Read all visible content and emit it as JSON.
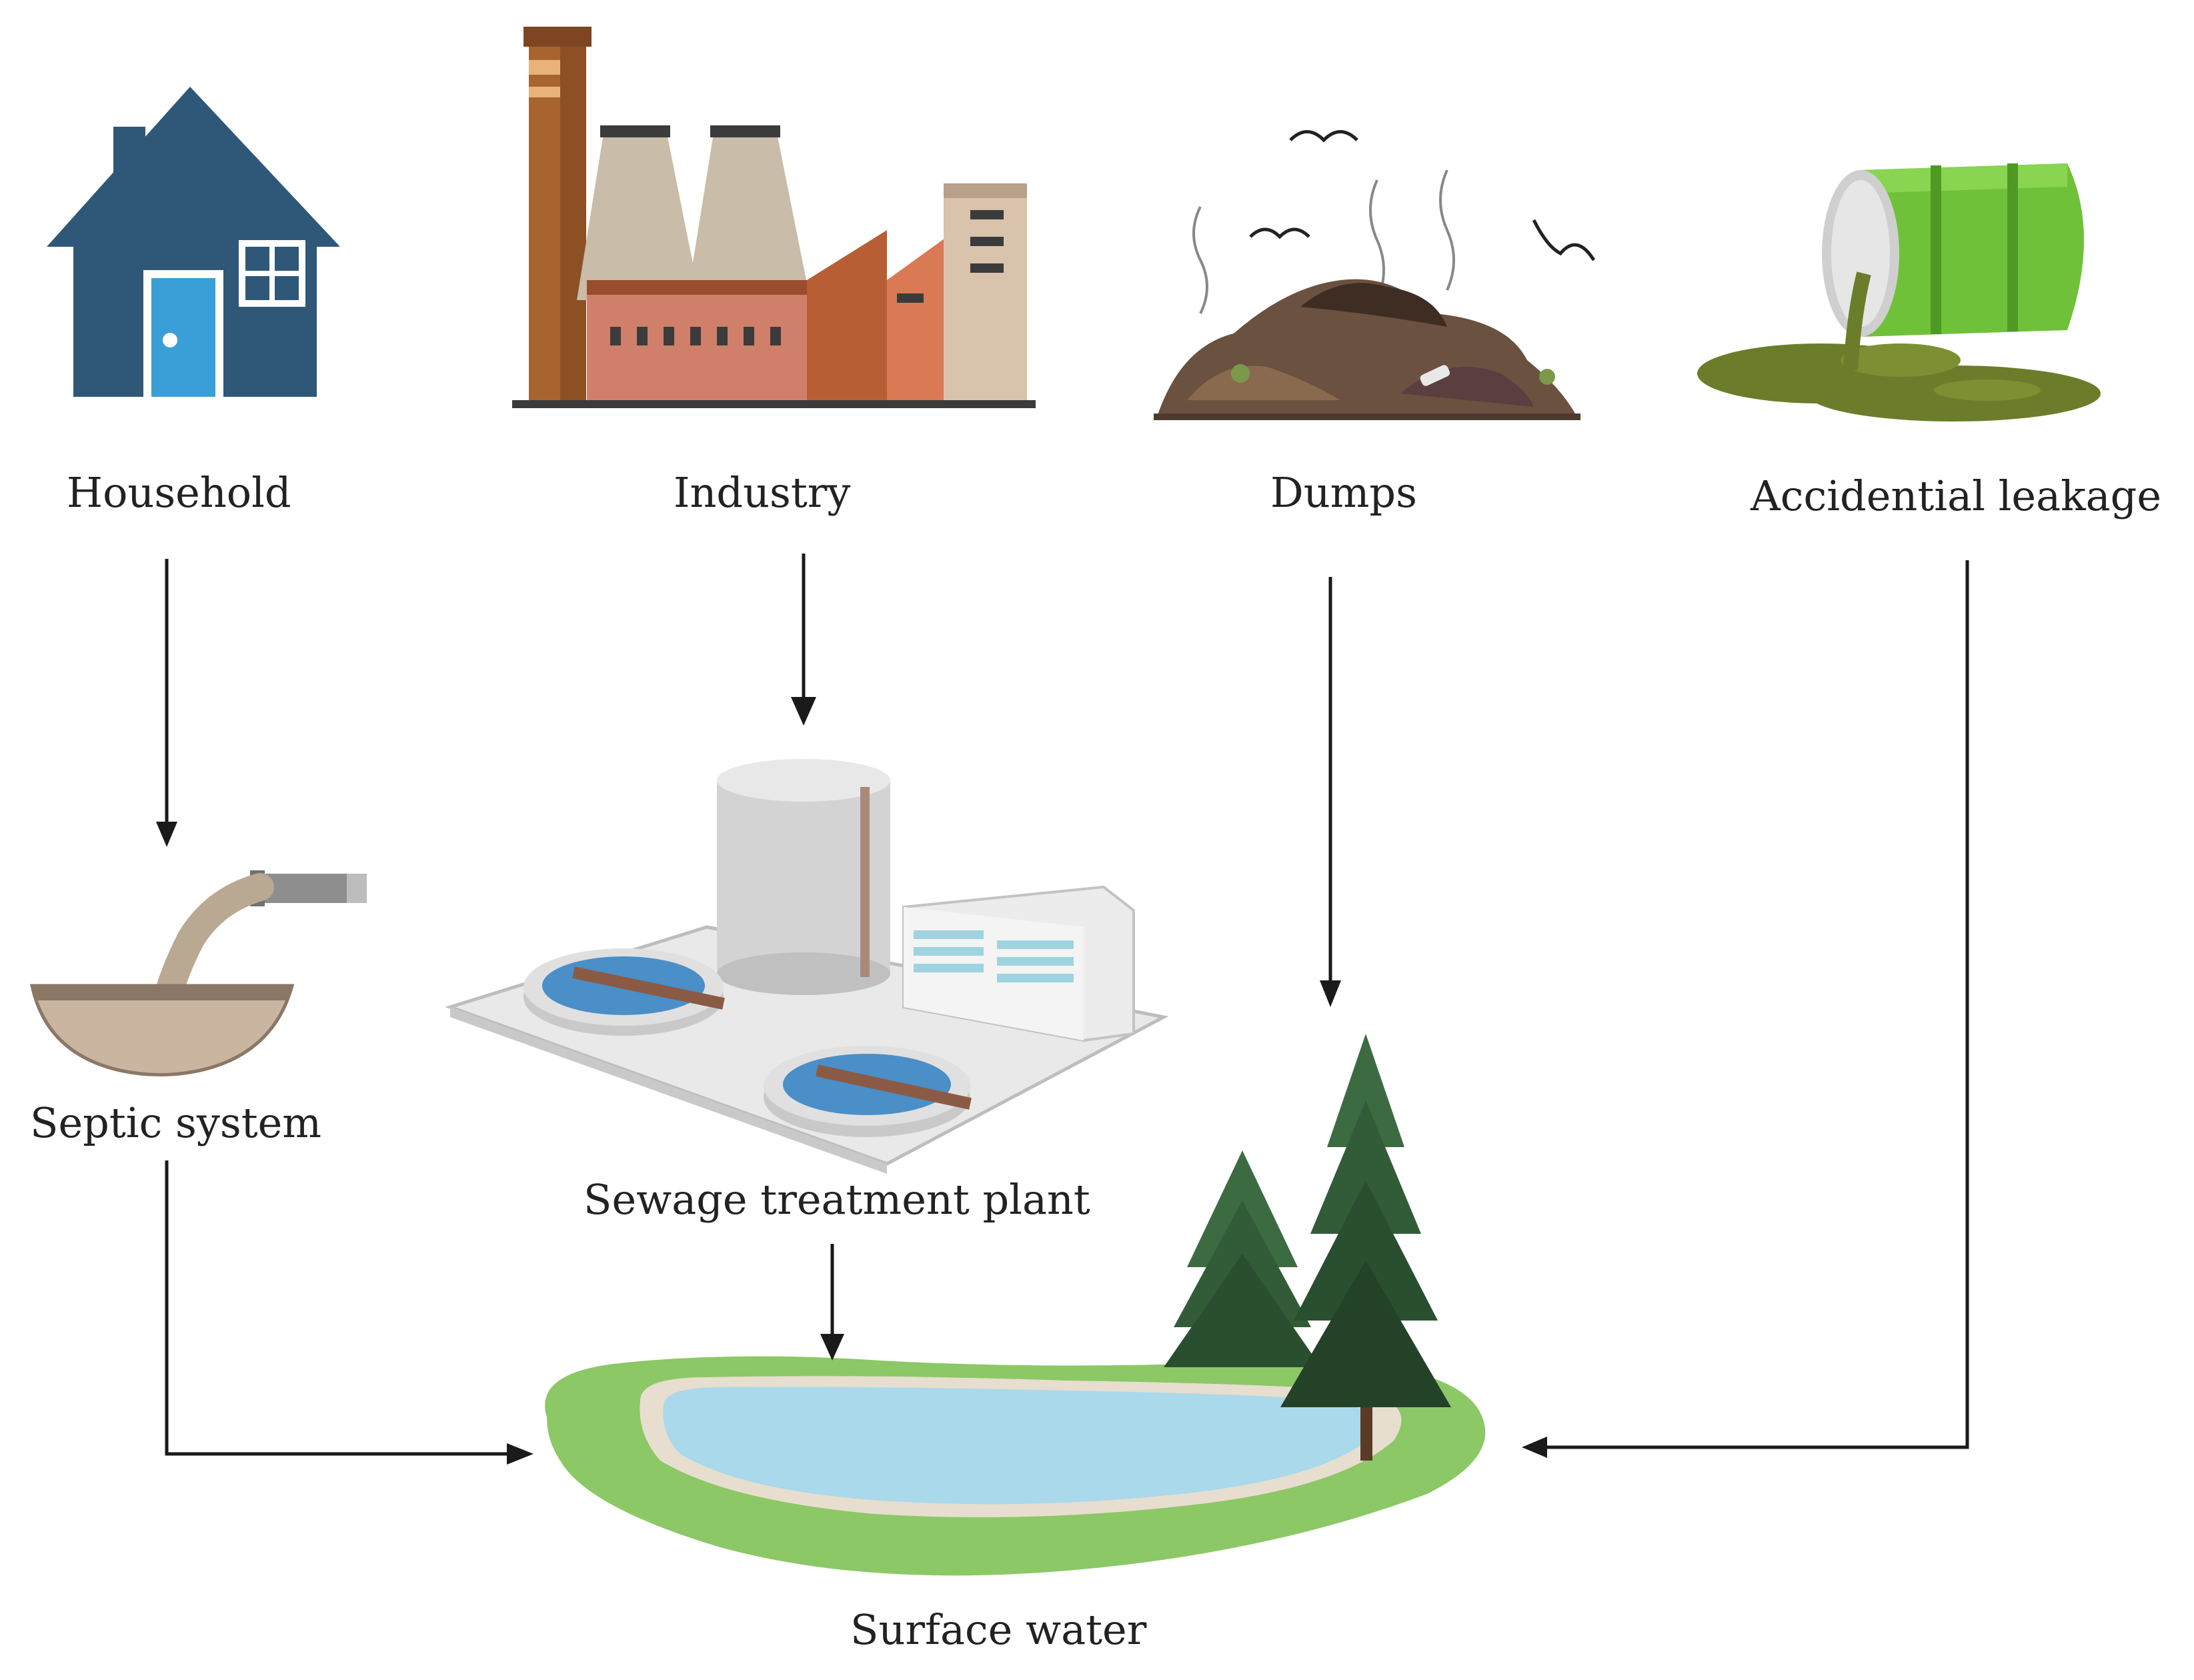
{
  "sources": {
    "household": {
      "label": "Household"
    },
    "industry": {
      "label": "Industry"
    },
    "dumps": {
      "label": "Dumps"
    },
    "leakage": {
      "label": "Accidential leakage"
    }
  },
  "intermediates": {
    "septic": {
      "label": "Septic system"
    },
    "sewage": {
      "label": "Sewage treatment plant"
    }
  },
  "sink": {
    "label": "Surface water"
  },
  "flows": [
    {
      "from": "Household",
      "to": "Septic system"
    },
    {
      "from": "Industry",
      "to": "Sewage treatment plant"
    },
    {
      "from": "Dumps",
      "to": "Surface water"
    },
    {
      "from": "Accidential leakage",
      "to": "Surface water"
    },
    {
      "from": "Septic system",
      "to": "Surface water"
    },
    {
      "from": "Sewage treatment plant",
      "to": "Surface water"
    }
  ],
  "colors": {
    "house": "#2f5878",
    "house_door": "#3a9fd8",
    "factory_brick": "#c9785b",
    "chimney": "#a8642f",
    "barrel": "#6fc13a",
    "spill": "#6b7d2a",
    "dump": "#6b5140",
    "water": "#a9d9ea",
    "grass": "#8cc866",
    "tree": "#2f5e3a",
    "arrow": "#1a1a1a"
  },
  "icons": [
    "house-icon",
    "factory-icon",
    "garbage-dump-icon",
    "spilled-barrel-icon",
    "septic-tank-icon",
    "treatment-plant-icon",
    "pond-icon",
    "pine-trees-icon"
  ]
}
